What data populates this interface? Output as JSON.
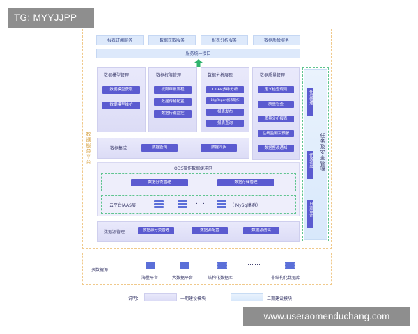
{
  "watermark_top": "TG: MYYJJPP",
  "watermark_bottom": "www.useraomenduchang.com",
  "services": [
    "报表订阅服务",
    "数据获取服务",
    "报表分析服务",
    "数据质检服务"
  ],
  "unified_interface": "服务统一接口",
  "left_side_label": "数据服务平台",
  "modules": [
    {
      "title": "数据模型管理",
      "items": [
        "数据模型获取",
        "数据模型维护"
      ]
    },
    {
      "title": "数据权限管理",
      "items": [
        "权限审批流程",
        "数据传输配置",
        "数据传输监控"
      ]
    },
    {
      "title": "数据分析展现",
      "items": [
        "OLAP多维分析",
        "BI@Report报表制作",
        "报表发布",
        "报表查询"
      ]
    },
    {
      "title": "数据质量管理",
      "items": [
        "定义检查规则",
        "质量检查",
        "质量分析报表",
        "在线监测及预警",
        "数据整改通知"
      ]
    }
  ],
  "integration": {
    "label": "数据集成",
    "items": [
      "数据查询",
      "数据同步"
    ]
  },
  "ods": {
    "title": "ODS操作数据缓冲区",
    "items": [
      "数据分类管理",
      "数据存储管理"
    ]
  },
  "iaas": {
    "label": "云平台IAAS层",
    "ellipsis": "……",
    "note": "（ MySql集群）"
  },
  "datasource_mgmt": {
    "label": "数据源管理",
    "items": [
      "数据源分类管理",
      "数据源配置",
      "数据源测试"
    ]
  },
  "right_panel": {
    "title": "任务及安全管理",
    "items": [
      "任务管理",
      "任务调度",
      "日志审计"
    ]
  },
  "sources": {
    "label": "多数据源",
    "items": [
      "海量平台",
      "大数据平台",
      "结构化数据库",
      "非结构化数据库"
    ],
    "ellipsis": "……"
  },
  "legend": {
    "label": "说明：",
    "phase1": "一期建设模块",
    "phase2": "二期建设模块"
  },
  "colors": {
    "accent": "#5b5bd0",
    "dashed_border": "#f0c98b",
    "green_border": "#5fc48f",
    "arrow": "#2fb36d"
  }
}
